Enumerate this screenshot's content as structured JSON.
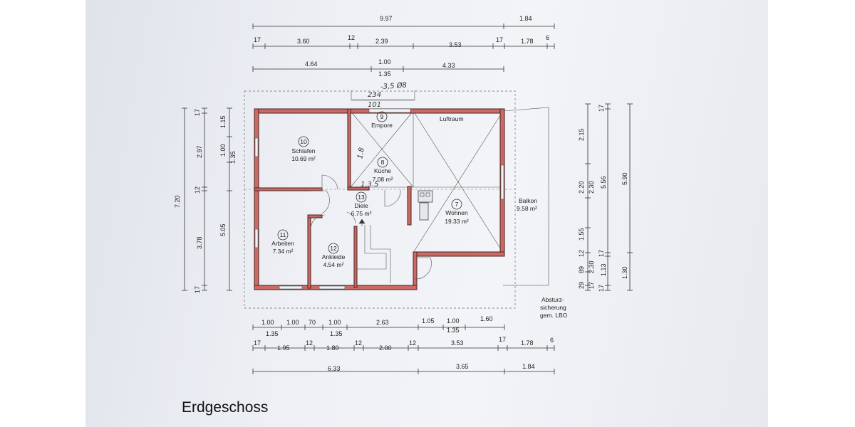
{
  "title": "Erdgeschoss",
  "dims_top": {
    "row1": [
      "9.97",
      "1.84"
    ],
    "row2": [
      "17",
      "3.60",
      "12",
      "2.39",
      "3.53",
      "17",
      "1.78",
      "6"
    ],
    "row3": [
      "4.64",
      "1.00",
      "1.35",
      "4.33"
    ]
  },
  "dims_bottom": {
    "row1": [
      "1.00",
      "1.00",
      "70",
      "1.00",
      "2.63",
      "1.05",
      "1.00",
      "1.60"
    ],
    "row1_sub": [
      "1.35",
      "1.35",
      "1.35"
    ],
    "row2": [
      "17",
      "1.95",
      "12",
      "1.80",
      "12",
      "2.00",
      "12",
      "3.53",
      "17",
      "1.78",
      "6"
    ],
    "row3": [
      "6.33",
      "3.65",
      "1.84"
    ]
  },
  "dims_left": {
    "outer": "7.20",
    "inner": [
      "17",
      "2.97",
      "12",
      "3.78",
      "17"
    ],
    "second": [
      "1.15",
      "1.00",
      "1.35",
      "5.05"
    ]
  },
  "dims_right": {
    "col1": [
      "2.15",
      "2.20",
      "2.30",
      "1.55",
      "12",
      "89",
      "2.30",
      "29",
      "17"
    ],
    "col2": [
      "17",
      "5.56",
      "17",
      "1.13",
      "17"
    ],
    "col3": [
      "5.90",
      "1.30"
    ]
  },
  "rooms": [
    {
      "num": "10",
      "name": "Schlafen",
      "area": "10.69 m²"
    },
    {
      "num": "9",
      "name": "Empore",
      "area": ""
    },
    {
      "num": "8",
      "name": "Küche",
      "area": "7.08 m²"
    },
    {
      "num": "13",
      "name": "Diele",
      "area": "6.75 m²"
    },
    {
      "num": "7",
      "name": "Wohnen",
      "area": "19.33 m²"
    },
    {
      "num": "11",
      "name": "Arbeiten",
      "area": "7.34 m²"
    },
    {
      "num": "12",
      "name": "Ankleide",
      "area": "4.54 m²"
    }
  ],
  "labels": {
    "luftraum": "Luftraum",
    "balkon": "Balkon",
    "balkon_area": "9.58 m²",
    "absturz": [
      "Absturz-",
      "sicherung",
      "gem. LBO"
    ]
  },
  "handwritten": [
    "-3,5 Ø8",
    "234",
    "101",
    "1.8",
    "1.3.5"
  ]
}
